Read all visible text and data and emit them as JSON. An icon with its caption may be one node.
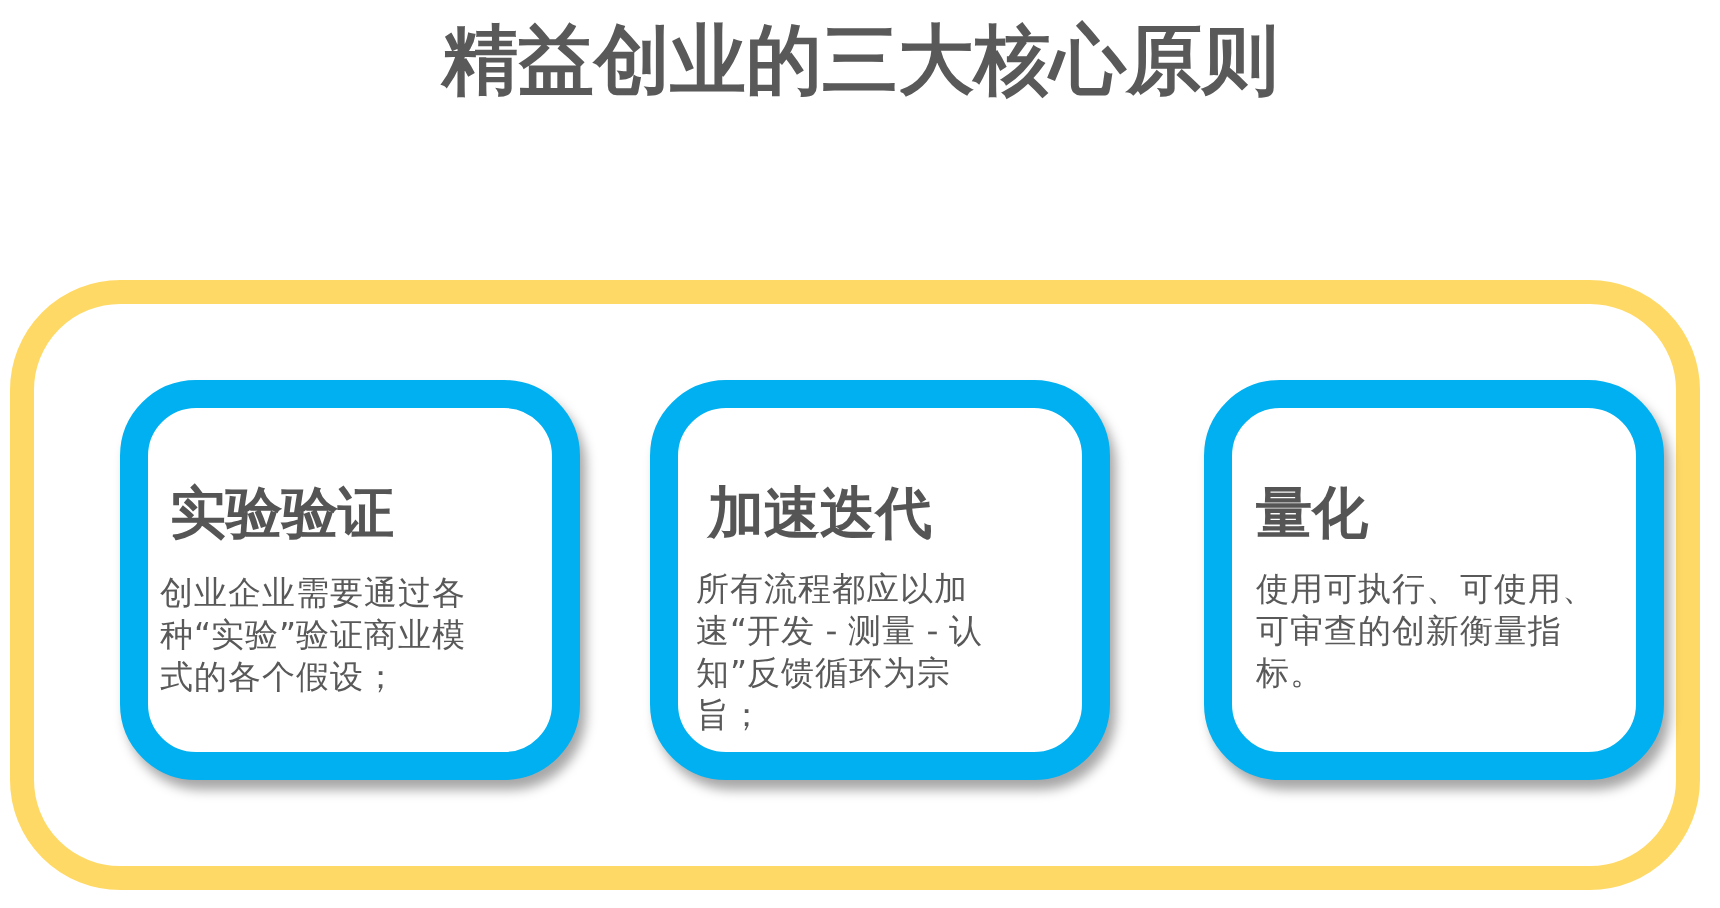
{
  "diagram": {
    "title": "精益创业的三大核心原则",
    "nodes": [
      {
        "text": [],
        "shape": "box"
      },
      {
        "text": [
          "实验验证",
          "创业企业需要通过各种“实验”验证商业模式的各个假设；"
        ],
        "in": 0
      },
      {
        "text": [
          "加速迭代",
          "所有流程都应以加速“开发 - 测量 - 认知”反馈循环为宗旨；"
        ],
        "in": 0
      },
      {
        "text": [
          "量化",
          "使用可执行、可使用、可审查的创新衡量指标。"
        ],
        "in": 0
      }
    ]
  }
}
